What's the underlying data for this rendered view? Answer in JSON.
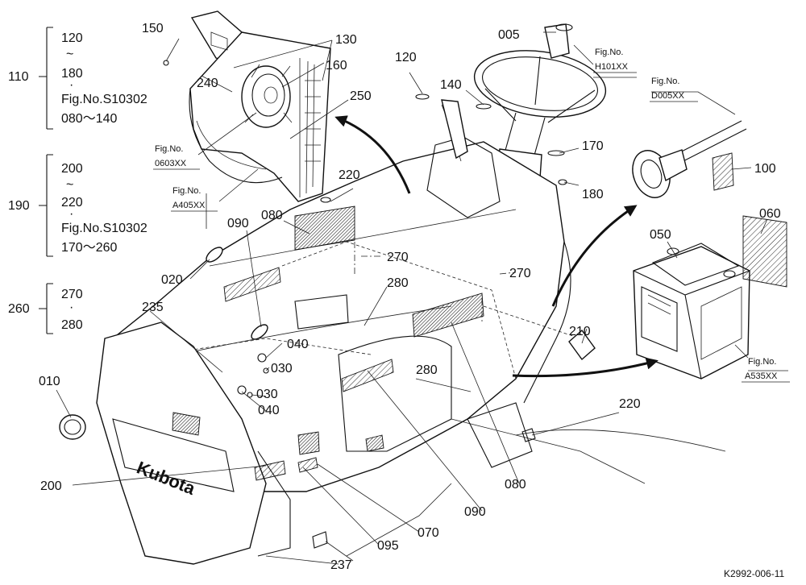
{
  "diagram_id": "K2992-006-11",
  "brand_text": "Kubota",
  "groups": [
    {
      "code": "110",
      "lines": [
        "120",
        "~",
        "180",
        "·",
        "Fig.No.S10302",
        "080～140"
      ]
    },
    {
      "code": "190",
      "lines": [
        "200",
        "~",
        "220",
        "·",
        "Fig.No.S10302",
        "170～260"
      ]
    },
    {
      "code": "260",
      "lines": [
        "270",
        "·",
        "280"
      ]
    }
  ],
  "fig_refs": {
    "h101": [
      "Fig.No.",
      "H101XX"
    ],
    "d005": [
      "Fig.No.",
      "D005XX"
    ],
    "f0603": [
      "Fig.No.",
      "0603XX"
    ],
    "a405": [
      "Fig.No.",
      "A405XX"
    ],
    "a535": [
      "Fig.No.",
      "A535XX"
    ]
  },
  "parts": {
    "p005": "005",
    "p010": "010",
    "p020": "020",
    "p030a": "030",
    "p030b": "030",
    "p040a": "040",
    "p040b": "040",
    "p050": "050",
    "p060": "060",
    "p070": "070",
    "p080a": "080",
    "p080b": "080",
    "p090a": "090",
    "p090b": "090",
    "p095": "095",
    "p100": "100",
    "p120": "120",
    "p130": "130",
    "p140": "140",
    "p150": "150",
    "p160": "160",
    "p170": "170",
    "p180": "180",
    "p200": "200",
    "p210": "210",
    "p220a": "220",
    "p220b": "220",
    "p235": "235",
    "p237": "237",
    "p240": "240",
    "p250": "250",
    "p270a": "270",
    "p270b": "270",
    "p280a": "280",
    "p280b": "280"
  }
}
